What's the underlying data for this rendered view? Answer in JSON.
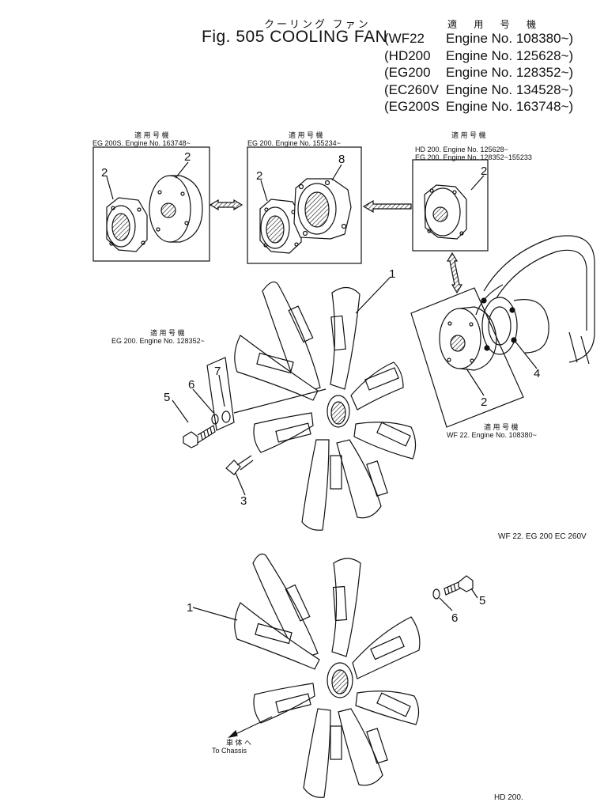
{
  "figure": {
    "title_jp": "クーリング ファン",
    "title": "Fig. 505 COOLING FAN",
    "apply_header": "適 用 号 機"
  },
  "applicability": [
    {
      "model": "(WF22",
      "engine": "Engine No. 108380~)"
    },
    {
      "model": "(HD200",
      "engine": "Engine No. 125628~)"
    },
    {
      "model": "(EG200",
      "engine": "Engine No. 128352~)"
    },
    {
      "model": "(EC260V",
      "engine": "Engine No. 134528~)"
    },
    {
      "model": "(EG200S",
      "engine": "Engine No. 163748~)"
    }
  ],
  "boxes": {
    "left": {
      "apply": "適 用 号 機",
      "line1": "EG 200S. Engine No. 163748~"
    },
    "middle": {
      "apply": "適 用 号 機",
      "line1": "EG 200. Engine No. 155234~"
    },
    "right": {
      "apply": "適 用 号 機",
      "line1": "HD 200. Engine No. 125628~",
      "line2": "EG 200. Engine No. 128352~155233"
    }
  },
  "notes": {
    "fan_apply": "適 用 号 機",
    "fan_engine": "EG 200. Engine No. 128352~",
    "hub_apply": "適 用 号 機",
    "hub_engine": "WF 22. Engine No. 108380~",
    "models_mid": "WF 22.   EG 200   EC 260V",
    "chassis_jp": "車 体 へ",
    "chassis": "To Chassis",
    "models_bottom": "HD 200."
  },
  "callouts": {
    "c1": "2",
    "c2": "2",
    "c3": "2",
    "c4": "8",
    "c5": "2",
    "c6": "1",
    "c7": "5",
    "c8": "6",
    "c9": "7",
    "c10": "3",
    "c11": "4",
    "c12": "2",
    "c13": "1",
    "c14": "5",
    "c15": "6"
  }
}
